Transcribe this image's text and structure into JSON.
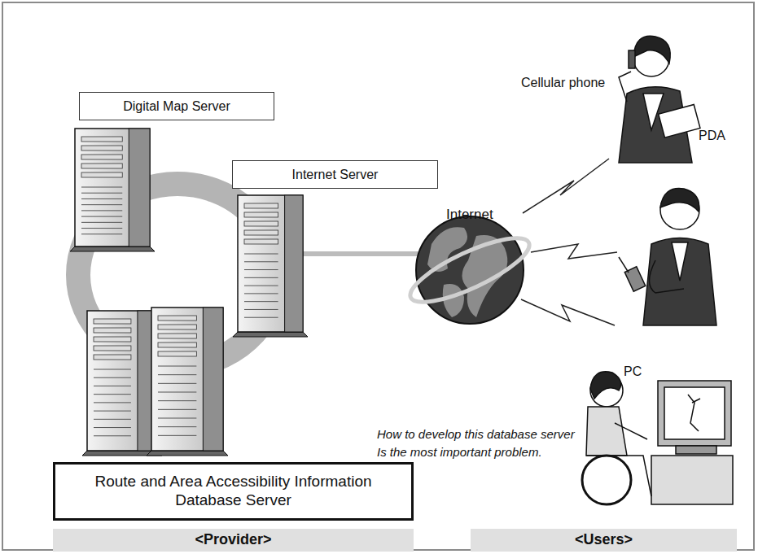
{
  "diagram": {
    "nodes": [
      {
        "text": [
          "Digital Map Server"
        ]
      },
      {
        "text": [
          "Internet Server"
        ]
      },
      {
        "text": [
          "Route and Area Accessibility Information Database Server"
        ]
      },
      {
        "text": [
          "<Provider>"
        ]
      },
      {
        "text": [
          "<Users>"
        ]
      }
    ],
    "labels": [
      "Cellular phone",
      "Internet",
      "PDA",
      "How to develop this database server Is the most important problem.",
      "PC"
    ]
  }
}
